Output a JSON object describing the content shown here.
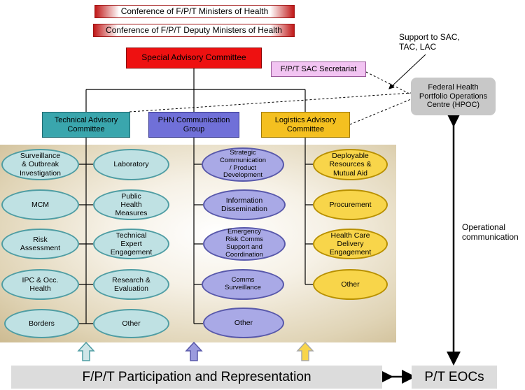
{
  "top_bars": {
    "ministers": "Conference of F/P/T Ministers of Health",
    "deputy": "Conference of F/P/T Deputy Ministers of Health"
  },
  "sac": "Special Advisory Committee",
  "secretariat": "F/P/T SAC Secretariat",
  "support_note": [
    "Support to SAC,",
    "TAC, LAC"
  ],
  "hpoc": [
    "Federal Health",
    "Portfolio Operations",
    "Centre (HPOC)"
  ],
  "committees": {
    "tac": [
      "Technical Advisory",
      "Committee"
    ],
    "phn": [
      "PHN Communication",
      "Group"
    ],
    "lac": [
      "Logistics Advisory",
      "Committee"
    ]
  },
  "tac_left": [
    [
      "Surveillance",
      "& Outbreak",
      "Investigation"
    ],
    [
      "MCM"
    ],
    [
      "Risk",
      "Assessment"
    ],
    [
      "IPC & Occ.",
      "Health"
    ],
    [
      "Borders"
    ]
  ],
  "tac_right": [
    [
      "Laboratory"
    ],
    [
      "Public",
      "Health",
      "Measures"
    ],
    [
      "Technical",
      "Expert",
      "Engagement"
    ],
    [
      "Research &",
      "Evaluation"
    ],
    [
      "Other"
    ]
  ],
  "phn_items": [
    [
      "Strategic",
      "Communication",
      "/ Product",
      "Development"
    ],
    [
      "Information",
      "Dissemination"
    ],
    [
      "Emergency",
      "Risk Comms",
      "Support and",
      "Coordination"
    ],
    [
      "Comms",
      "Surveillance"
    ],
    [
      "Other"
    ]
  ],
  "lac_items": [
    [
      "Deployable",
      "Resources &",
      "Mutual Aid"
    ],
    [
      "Procurement"
    ],
    [
      "Health Care",
      "Delivery",
      "Engagement"
    ],
    [
      "Other"
    ]
  ],
  "operational": [
    "Operational",
    "communication"
  ],
  "bottom": {
    "participation": "F/P/T Participation and Representation",
    "eocs": "P/T EOCs"
  },
  "colors": {
    "tac": "#3aa6ad",
    "phn": "#7070d8",
    "lac": "#f4c020",
    "sac": "#ee1111"
  }
}
